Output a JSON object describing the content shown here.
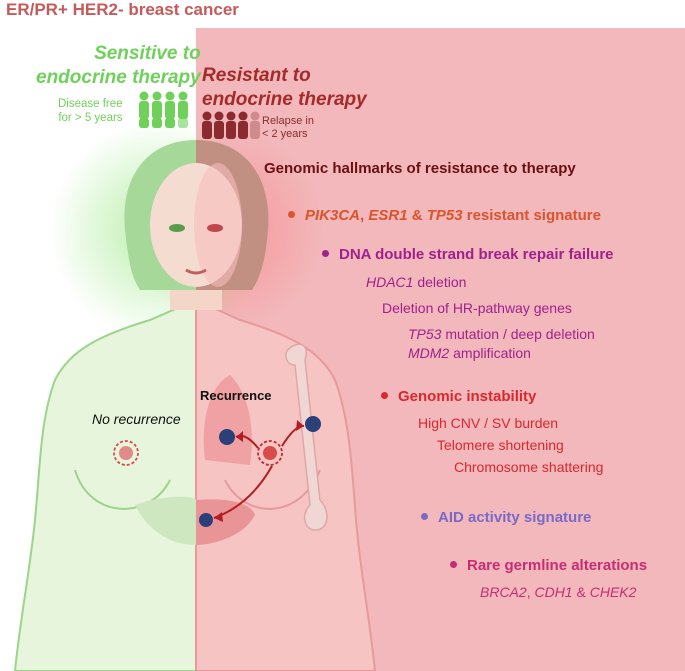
{
  "title": "ER/PR+ HER2- breast cancer",
  "sensitive": {
    "line1": "Sensitive to",
    "line2": "endocrine therapy",
    "note1": "Disease free",
    "note2": "for > 5 years"
  },
  "resistant": {
    "line1": "Resistant to",
    "line2": "endocrine therapy",
    "note1": "Relapse in",
    "note2": "< 2 years"
  },
  "labels": {
    "no_recurrence": "No recurrence",
    "recurrence": "Recurrence"
  },
  "hallmarks_title": "Genomic hallmarks of resistance to therapy",
  "signature": {
    "g1": "PIK3CA",
    "sep1": ", ",
    "g2": "ESR1",
    "amp": " & ",
    "g3": "TP53",
    "rest": " resistant signature"
  },
  "dsb": {
    "heading": "DNA double strand break repair failure",
    "hdac1": "HDAC1",
    "hdac1_rest": " deletion",
    "hr": "Deletion of HR-pathway genes",
    "tp53": "TP53",
    "tp53_rest": " mutation / deep deletion",
    "mdm2": "MDM2",
    "mdm2_rest": " amplification"
  },
  "instability": {
    "heading": "Genomic instability",
    "items": [
      "High CNV / SV burden",
      "Telomere shortening",
      "Chromosome shattering"
    ]
  },
  "aid": {
    "heading": "AID activity signature"
  },
  "germline": {
    "heading": "Rare germline alterations",
    "g1": "BRCA2",
    "sep": ", ",
    "g2": "CDH1",
    "amp": " & ",
    "g3": "CHEK2"
  },
  "colors": {
    "sensitive": "#6fd15a",
    "resistant_bg": "#f2b8bb",
    "signature": "#d9552e",
    "dsb": "#a0218e",
    "instability": "#d9282e",
    "aid": "#7a6ac8",
    "germline": "#c72d74"
  }
}
